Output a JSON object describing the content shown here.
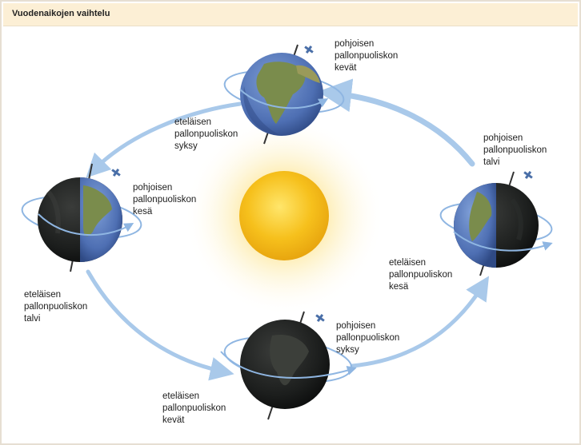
{
  "title": "Vuodenaikojen vaihtelu",
  "labels": {
    "top_north": [
      "pohjoisen",
      "pallonpuoliskon",
      "kevät"
    ],
    "top_south": [
      "eteläisen",
      "pallonpuoliskon",
      "syksy"
    ],
    "left_north": [
      "pohjoisen",
      "pallonpuoliskon",
      "kesä"
    ],
    "left_south": [
      "eteläisen",
      "pallonpuoliskon",
      "talvi"
    ],
    "right_north": [
      "pohjoisen",
      "pallonpuoliskon",
      "talvi"
    ],
    "right_south": [
      "eteläisen",
      "pallonpuoliskon",
      "kesä"
    ],
    "bottom_north": [
      "pohjoisen",
      "pallonpuoliskon",
      "syksy"
    ],
    "bottom_south": [
      "eteläisen",
      "pallonpuoliskon",
      "kevät"
    ]
  },
  "icons": [
    "earth-globe-icon",
    "sun-icon",
    "satellite-icon",
    "orbit-arrow-icon"
  ],
  "colors": {
    "title_bg": "#fcefd5",
    "orbit_arrow": "#a9c9ea",
    "sun": "#f7c21e",
    "ocean": "#4e74b8",
    "land": "#7a8c4c",
    "night": "#141617"
  }
}
